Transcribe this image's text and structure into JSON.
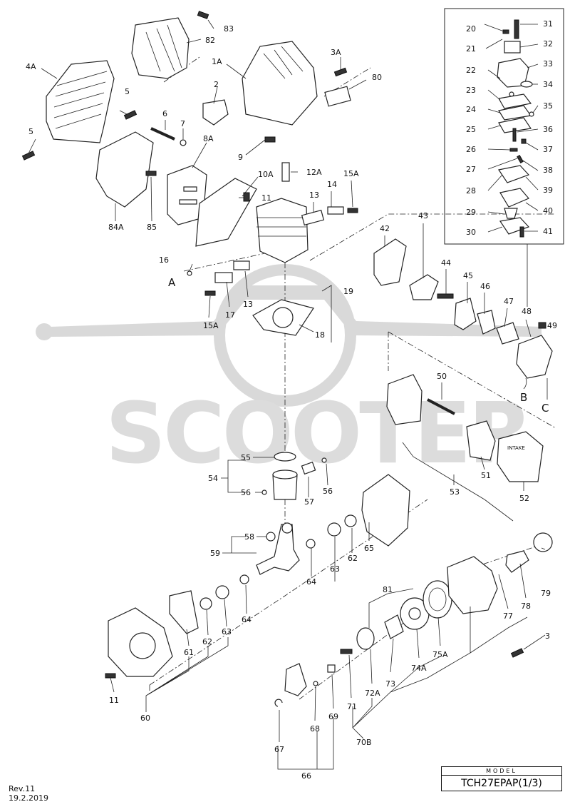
{
  "watermark": {
    "brand": "SCOOTER"
  },
  "model": {
    "caption": "MODEL",
    "name": "TCH27EPAP(1/3)"
  },
  "revision": {
    "rev": "Rev.11",
    "date": "19.2.2019"
  },
  "connectors": {
    "a": "A",
    "b": "B",
    "c": "C"
  },
  "callouts": {
    "p83": "83",
    "p82": "82",
    "p4A": "4A",
    "p5a": "5",
    "p5b": "5",
    "p6": "6",
    "p7": "7",
    "p8A": "8A",
    "p84A": "84A",
    "p85": "85",
    "p1A": "1A",
    "p2": "2",
    "p3A": "3A",
    "p80": "80",
    "p9": "9",
    "p10A": "10A",
    "p12A": "12A",
    "p11a": "11",
    "p13a": "13",
    "p14": "14",
    "p15Aa": "15A",
    "p16": "16",
    "p17": "17",
    "p13b": "13",
    "p15Ab": "15A",
    "p19": "19",
    "p18": "18",
    "p42": "42",
    "p43": "43",
    "p44": "44",
    "p45": "45",
    "p46": "46",
    "p47": "47",
    "p48": "48",
    "p49": "49",
    "p50": "50",
    "p51": "51",
    "p52": "52",
    "p53": "53",
    "p55": "55",
    "p54": "54",
    "p56a": "56",
    "p56b": "56",
    "p57": "57",
    "p58": "58",
    "p59": "59",
    "p64a": "64",
    "p63a": "63",
    "p62a": "62",
    "p65": "65",
    "p64b": "64",
    "p61": "61",
    "p62b": "62",
    "p63b": "63",
    "p11b": "11",
    "p60": "60",
    "p81": "81",
    "p79": "79",
    "p78": "78",
    "p77": "77",
    "p3": "3",
    "p75A": "75A",
    "p74A": "74A",
    "p73": "73",
    "p72A": "72A",
    "p71": "71",
    "p69": "69",
    "p68": "68",
    "p67": "67",
    "p70B": "70B",
    "p66": "66",
    "p20": "20",
    "p21": "21",
    "p22": "22",
    "p23": "23",
    "p24": "24",
    "p25": "25",
    "p26": "26",
    "p27": "27",
    "p28": "28",
    "p29": "29",
    "p30": "30",
    "p31": "31",
    "p32": "32",
    "p33": "33",
    "p34": "34",
    "p35": "35",
    "p36": "36",
    "p37": "37",
    "p38": "38",
    "p39": "39",
    "p40": "40",
    "p41": "41"
  }
}
